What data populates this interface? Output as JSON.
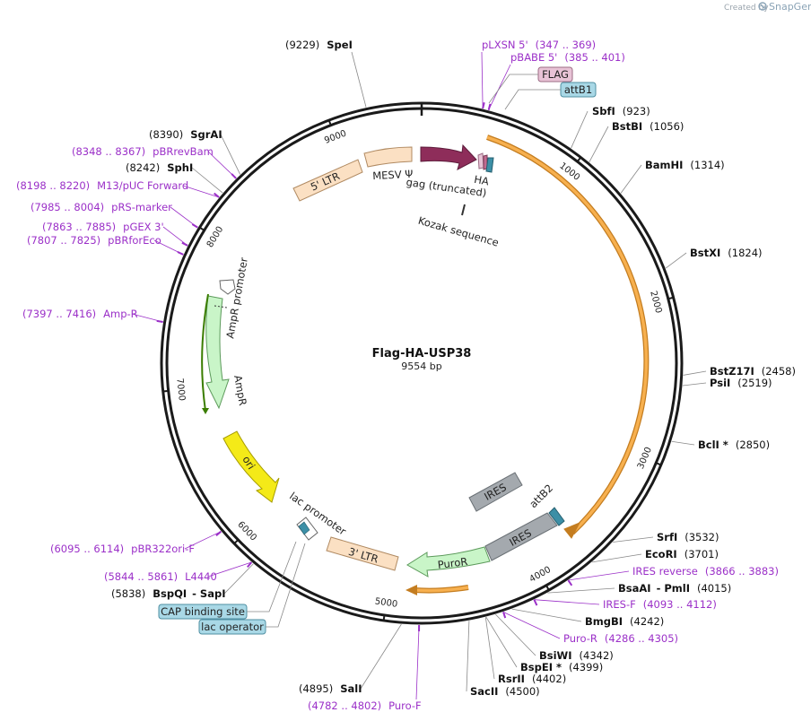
{
  "header": {
    "created_by": "Created by",
    "app_name": "SnapGene"
  },
  "plasmid": {
    "name": "Flag-HA-USP38",
    "size_label": "9554 bp",
    "length": 9554
  },
  "ticks": [
    {
      "pos": 1000,
      "label": "1000"
    },
    {
      "pos": 2000,
      "label": "2000"
    },
    {
      "pos": 3000,
      "label": "3000"
    },
    {
      "pos": 4000,
      "label": "4000"
    },
    {
      "pos": 5000,
      "label": "5000"
    },
    {
      "pos": 6000,
      "label": "6000"
    },
    {
      "pos": 7000,
      "label": "7000"
    },
    {
      "pos": 8000,
      "label": "8000"
    },
    {
      "pos": 9000,
      "label": "9000"
    }
  ],
  "labels": [
    {
      "id": "SpeI",
      "pos": 9229,
      "parts": [
        {
          "t": "(9229)",
          "s": "n"
        },
        {
          "t": "SpeI",
          "s": "b"
        }
      ]
    },
    {
      "id": "pLXSN",
      "pos": 358,
      "parts": [
        {
          "t": "pLXSN 5'",
          "s": "p"
        },
        {
          "t": "(347 .. 369)",
          "s": "p"
        }
      ]
    },
    {
      "id": "pBABE",
      "pos": 393,
      "parts": [
        {
          "t": "pBABE 5'",
          "s": "p"
        },
        {
          "t": "(385 .. 401)",
          "s": "p"
        }
      ]
    },
    {
      "id": "SbfI",
      "pos": 923,
      "parts": [
        {
          "t": "SbfI",
          "s": "b"
        },
        {
          "t": "(923)",
          "s": "n"
        }
      ]
    },
    {
      "id": "BstBI",
      "pos": 1056,
      "parts": [
        {
          "t": "BstBI",
          "s": "b"
        },
        {
          "t": "(1056)",
          "s": "n"
        }
      ]
    },
    {
      "id": "BamHI",
      "pos": 1314,
      "parts": [
        {
          "t": "BamHI",
          "s": "b"
        },
        {
          "t": "(1314)",
          "s": "n"
        }
      ]
    },
    {
      "id": "BstXI",
      "pos": 1824,
      "parts": [
        {
          "t": "BstXI",
          "s": "b"
        },
        {
          "t": "(1824)",
          "s": "n"
        }
      ]
    },
    {
      "id": "BstZ17I",
      "pos": 2458,
      "parts": [
        {
          "t": "BstZ17I",
          "s": "b"
        },
        {
          "t": "(2458)",
          "s": "n"
        }
      ]
    },
    {
      "id": "PsiI",
      "pos": 2519,
      "parts": [
        {
          "t": "PsiI",
          "s": "b"
        },
        {
          "t": "(2519)",
          "s": "n"
        }
      ]
    },
    {
      "id": "BclI",
      "pos": 2850,
      "parts": [
        {
          "t": "BclI *",
          "s": "b"
        },
        {
          "t": "(2850)",
          "s": "n"
        }
      ]
    },
    {
      "id": "SrfI",
      "pos": 3532,
      "parts": [
        {
          "t": "SrfI",
          "s": "b"
        },
        {
          "t": "(3532)",
          "s": "n"
        }
      ]
    },
    {
      "id": "EcoRI",
      "pos": 3701,
      "parts": [
        {
          "t": "EcoRI",
          "s": "b"
        },
        {
          "t": "(3701)",
          "s": "n"
        }
      ]
    },
    {
      "id": "IRESrev",
      "pos": 3874,
      "parts": [
        {
          "t": "IRES reverse",
          "s": "p"
        },
        {
          "t": "(3866 .. 3883)",
          "s": "p"
        }
      ]
    },
    {
      "id": "BsaAI",
      "pos": 4015,
      "parts": [
        {
          "t": "BsaAI",
          "s": "b"
        },
        {
          "t": "- PmlI",
          "s": "b"
        },
        {
          "t": "(4015)",
          "s": "n"
        }
      ]
    },
    {
      "id": "IRESF",
      "pos": 4102,
      "parts": [
        {
          "t": "IRES-F",
          "s": "p"
        },
        {
          "t": "(4093 .. 4112)",
          "s": "p"
        }
      ]
    },
    {
      "id": "BmgBI",
      "pos": 4242,
      "parts": [
        {
          "t": "BmgBI",
          "s": "b"
        },
        {
          "t": "(4242)",
          "s": "n"
        }
      ]
    },
    {
      "id": "PuroR_primer",
      "pos": 4295,
      "parts": [
        {
          "t": "Puro-R",
          "s": "p"
        },
        {
          "t": "(4286 .. 4305)",
          "s": "p"
        }
      ]
    },
    {
      "id": "BsiWI",
      "pos": 4342,
      "parts": [
        {
          "t": "BsiWI",
          "s": "b"
        },
        {
          "t": "(4342)",
          "s": "n"
        }
      ]
    },
    {
      "id": "BspEI",
      "pos": 4399,
      "parts": [
        {
          "t": "BspEI *",
          "s": "b"
        },
        {
          "t": "(4399)",
          "s": "n"
        }
      ]
    },
    {
      "id": "RsrII",
      "pos": 4402,
      "parts": [
        {
          "t": "RsrII",
          "s": "b"
        },
        {
          "t": "(4402)",
          "s": "n"
        }
      ]
    },
    {
      "id": "SacII",
      "pos": 4500,
      "parts": [
        {
          "t": "SacII",
          "s": "b"
        },
        {
          "t": "(4500)",
          "s": "n"
        }
      ]
    },
    {
      "id": "PuroF",
      "pos": 4792,
      "parts": [
        {
          "t": "(4782 .. 4802)",
          "s": "p"
        },
        {
          "t": "Puro-F",
          "s": "p"
        }
      ]
    },
    {
      "id": "SalI",
      "pos": 4895,
      "parts": [
        {
          "t": "(4895)",
          "s": "n"
        },
        {
          "t": "SalI",
          "s": "b"
        }
      ]
    },
    {
      "id": "BspQI",
      "pos": 5838,
      "parts": [
        {
          "t": "(5838)",
          "s": "n"
        },
        {
          "t": "BspQI",
          "s": "b"
        },
        {
          "t": "- SapI",
          "s": "b"
        }
      ]
    },
    {
      "id": "L4440",
      "pos": 5852,
      "parts": [
        {
          "t": "(5844 .. 5861)",
          "s": "p"
        },
        {
          "t": "L4440",
          "s": "p"
        }
      ]
    },
    {
      "id": "pBR322ori",
      "pos": 6104,
      "parts": [
        {
          "t": "(6095 .. 6114)",
          "s": "p"
        },
        {
          "t": "pBR322ori-F",
          "s": "p"
        }
      ]
    },
    {
      "id": "AmpR_primer",
      "pos": 7406,
      "parts": [
        {
          "t": "(7397 .. 7416)",
          "s": "p"
        },
        {
          "t": "Amp-R",
          "s": "p"
        }
      ]
    },
    {
      "id": "pBRforEco",
      "pos": 7816,
      "parts": [
        {
          "t": "(7807 .. 7825)",
          "s": "p"
        },
        {
          "t": "pBRforEco",
          "s": "p"
        }
      ]
    },
    {
      "id": "pGEX3",
      "pos": 7874,
      "parts": [
        {
          "t": "(7863 .. 7885)",
          "s": "p"
        },
        {
          "t": "pGEX 3'",
          "s": "p"
        }
      ]
    },
    {
      "id": "pRSmarker",
      "pos": 7994,
      "parts": [
        {
          "t": "(7985 .. 8004)",
          "s": "p"
        },
        {
          "t": "pRS-marker",
          "s": "p"
        }
      ]
    },
    {
      "id": "M13pUC",
      "pos": 8209,
      "parts": [
        {
          "t": "(8198 .. 8220)",
          "s": "p"
        },
        {
          "t": "M13/pUC Forward",
          "s": "p"
        }
      ]
    },
    {
      "id": "SphI",
      "pos": 8242,
      "parts": [
        {
          "t": "(8242)",
          "s": "n"
        },
        {
          "t": "SphI",
          "s": "b"
        }
      ]
    },
    {
      "id": "pBRrevBam",
      "pos": 8357,
      "parts": [
        {
          "t": "(8348 .. 8367)",
          "s": "p"
        },
        {
          "t": "pBRrevBam",
          "s": "p"
        }
      ]
    },
    {
      "id": "SgrAI",
      "pos": 8390,
      "parts": [
        {
          "t": "(8390)",
          "s": "n"
        },
        {
          "t": "SgrAI",
          "s": "b"
        }
      ]
    }
  ],
  "boxed_labels": [
    {
      "id": "FLAG",
      "text": "FLAG",
      "pos": 445,
      "fill": "#e8c3d6",
      "stroke": "#9c6c84"
    },
    {
      "id": "attB1",
      "text": "attB1",
      "pos": 470,
      "fill": "#a9d8e6",
      "stroke": "#4f8fa2"
    },
    {
      "id": "CAP",
      "text": "CAP binding site",
      "pos": 5880,
      "fill": "#a9d8e6",
      "stroke": "#4f8fa2"
    },
    {
      "id": "lacop",
      "text": "lac operator",
      "pos": 5800,
      "fill": "#a9d8e6",
      "stroke": "#4f8fa2"
    }
  ],
  "features": [
    {
      "id": "5LTR",
      "label": "5' LTR",
      "fill": "#fbe0c3",
      "stroke": "#b08a62"
    },
    {
      "id": "MESV",
      "label": "MESV Ψ",
      "fill": "#fbe0c3",
      "stroke": "#b08a62"
    },
    {
      "id": "gag",
      "label": "gag (truncated)",
      "fill": "#8e2d5a",
      "stroke": "#5d1c3b"
    },
    {
      "id": "HA",
      "label": "HA",
      "fill": "#3c8fa6",
      "stroke": "#265f6f"
    },
    {
      "id": "Kozak",
      "label": "Kozak sequence",
      "fill": "#555555",
      "stroke": "#333333"
    },
    {
      "id": "USP38",
      "label": "",
      "fill": "#f7b04f",
      "stroke": "#c47d20"
    },
    {
      "id": "IRES1",
      "label": "IRES",
      "fill": "#a4a9ae",
      "stroke": "#6a7075"
    },
    {
      "id": "IRES2",
      "label": "IRES",
      "fill": "#a4a9ae",
      "stroke": "#6a7075"
    },
    {
      "id": "attB2",
      "label": "attB2",
      "fill": "#3c8fa6",
      "stroke": "#265f6f"
    },
    {
      "id": "PuroR",
      "label": "PuroR",
      "fill": "#c9f5c8",
      "stroke": "#5c9a5b"
    },
    {
      "id": "3LTR",
      "label": "3' LTR",
      "fill": "#fbe0c3",
      "stroke": "#b08a62"
    },
    {
      "id": "lacpromoter",
      "label": "lac promoter",
      "fill": "#ffffff",
      "stroke": "#666666"
    },
    {
      "id": "ori",
      "label": "ori",
      "fill": "#f4ea18",
      "stroke": "#a69c00"
    },
    {
      "id": "AmpR",
      "label": "AmpR",
      "fill": "#c9f5c8",
      "stroke": "#5c9a5b"
    },
    {
      "id": "AmpRpromoter",
      "label": "AmpR promoter",
      "fill": "#ffffff",
      "stroke": "#666666"
    }
  ]
}
